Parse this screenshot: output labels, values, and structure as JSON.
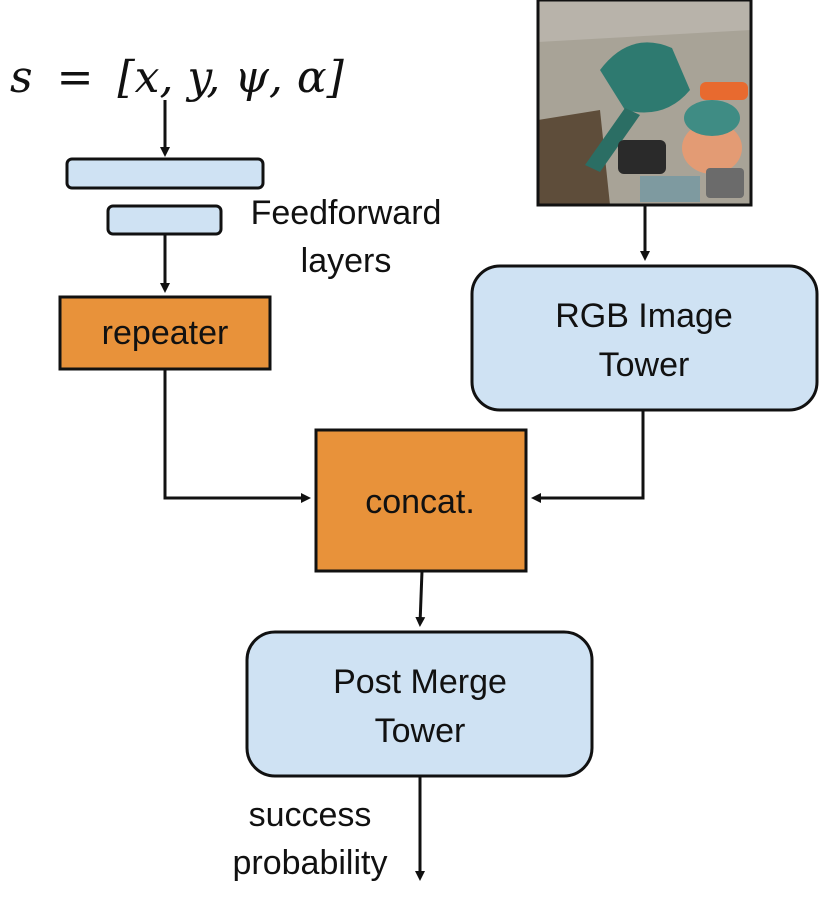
{
  "state_input": {
    "formula_lhs": "s",
    "formula_eq": "=",
    "formula_rhs": "[x, y, ψ, α]"
  },
  "feedforward": {
    "label_line1": "Feedforward",
    "label_line2": "layers"
  },
  "repeater": {
    "label": "repeater"
  },
  "rgb_tower": {
    "label_line1": "RGB Image",
    "label_line2": "Tower"
  },
  "concat": {
    "label": "concat."
  },
  "post_merge_tower": {
    "label_line1": "Post Merge",
    "label_line2": "Tower"
  },
  "output": {
    "label_line1": "success",
    "label_line2": "probability"
  },
  "colors": {
    "orange": "#e8923a",
    "light_blue": "#cfe2f3",
    "stroke": "#111111"
  },
  "icons": {
    "camera_image": "cluttered-tabletop-photo"
  }
}
